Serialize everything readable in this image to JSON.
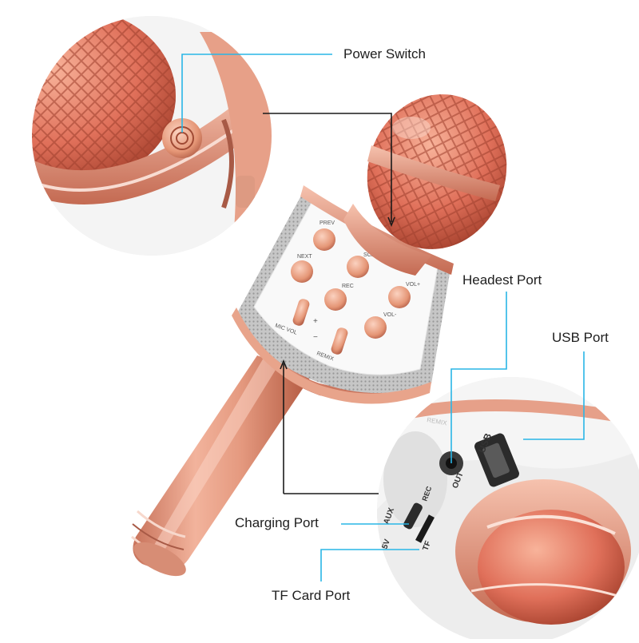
{
  "callouts": {
    "power_switch": "Power Switch",
    "headset_port": "Headest Port",
    "usb_port": "USB Port",
    "charging_port": "Charging Port",
    "tf_card_port": "TF Card Port"
  },
  "panel_buttons": {
    "prev": "PREV",
    "scan": "SCAN",
    "next": "NEXT",
    "rec": "REC",
    "vol_up": "VOL+",
    "vol_down": "VOL-",
    "mic_vol": "MIC VOL",
    "plus": "+",
    "minus": "−",
    "remix": "REMIX"
  },
  "port_markings": {
    "usb": "USB",
    "out": "OUT",
    "aux": "AUX",
    "rec": "REC",
    "five_v": "5V",
    "tf": "TF",
    "remix_partial": "REMIX"
  },
  "colors": {
    "rose_gold": "#e39a80",
    "rose_gold_dark": "#b45a44",
    "callout_line": "#29b6e6",
    "pointer_line": "#1a1a1a",
    "grille": "#bdbdbd"
  }
}
